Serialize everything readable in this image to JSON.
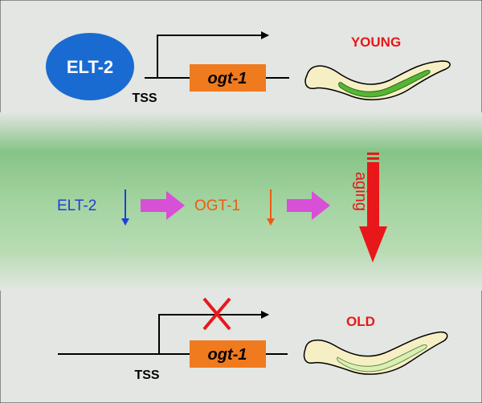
{
  "top": {
    "factor_label": "ELT-2",
    "tss_label": "TSS",
    "gene_label": "ogt-1",
    "state_label": "YOUNG"
  },
  "middle": {
    "elt2_label": "ELT-2",
    "ogt1_label": "OGT-1",
    "aging_label": "aging"
  },
  "bottom": {
    "tss_label": "TSS",
    "gene_label": "ogt-1",
    "state_label": "OLD"
  },
  "colors": {
    "background": "#e3e6e2",
    "green_band": "#8dc98d",
    "elt2_oval": "#1a6bd1",
    "gene_box": "#f07a1e",
    "red": "#e8171a",
    "blue_text": "#1f3fd6",
    "orange_text": "#ef5a12",
    "magenta_arrow": "#d84fd8",
    "worm_body": "#f7efc4",
    "worm_gut_young": "#55b534",
    "worm_gut_old": "#d9f0b4"
  }
}
